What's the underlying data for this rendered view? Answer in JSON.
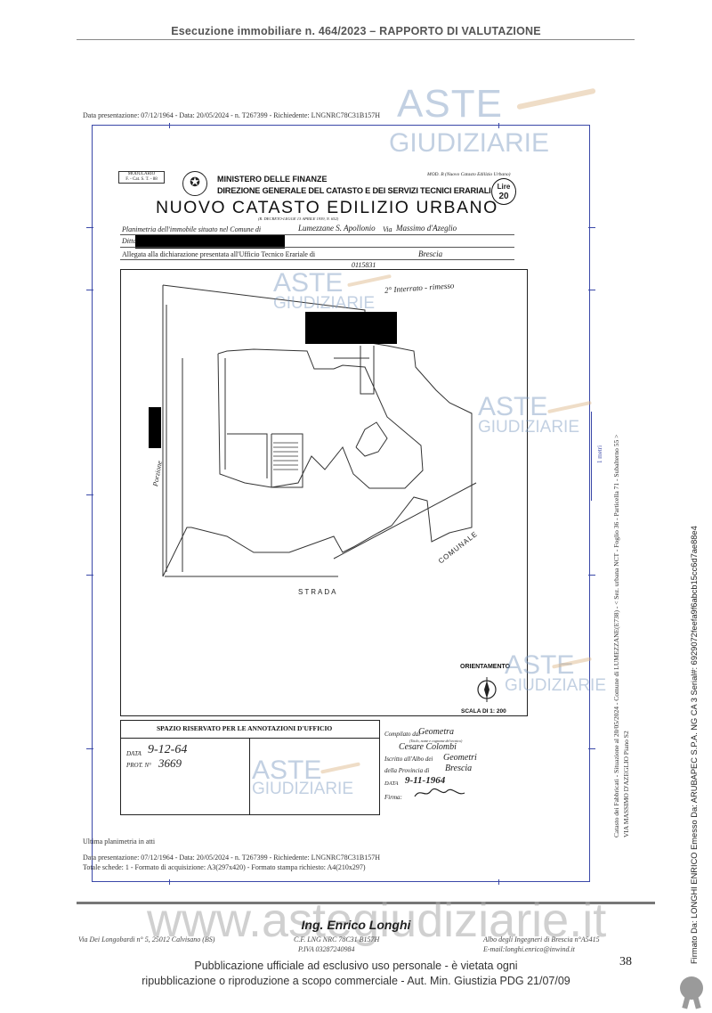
{
  "header": {
    "title": "Esecuzione immobiliare n. 464/2023 – RAPPORTO DI VALUTAZIONE"
  },
  "meta_top": "Data presentazione: 07/12/1964 - Data: 20/05/2024 - n. T267399 - Richiedente: LNGNRC78C31B157H",
  "form": {
    "modulario": "MODULARIO",
    "modulario_code": "F. - Cat. S. T. - 88",
    "mod_b": "MOD. B (Nuovo Catasto Edilizio Urbano)",
    "ministry": "MINISTERO DELLE FINANZE",
    "direction": "DIREZIONE GENERALE DEL CATASTO E DEI SERVIZI TECNICI ERARIALI",
    "title": "NUOVO CATASTO EDILIZIO URBANO",
    "decree": "(R. DECRETO-LEGGE 13 APRILE 1939, N. 652)",
    "stamp_lire": "Lire",
    "stamp_value": "20",
    "line1_label": "Planimetria dell'immobile situato nel Comune di",
    "line1_comune": "Lumezzane S. Apollonio",
    "line1_via_label": "Via",
    "line1_via": "Massimo d'Azeglio",
    "line2_label": "Ditta",
    "line3_label": "Allegata alla dichiarazione presentata all'Ufficio Tecnico Erariale di",
    "line3_city": "Brescia",
    "number": "0115831"
  },
  "plan": {
    "note": "2° Interrato - rimesso",
    "label_porzione": "Porzione",
    "label_comunale": "COMUNALE",
    "label_strada": "STRADA",
    "orientamento": "ORIENTAMENTO",
    "scala": "SCALA DI 1: 200"
  },
  "annotations": {
    "title": "SPAZIO RISERVATO PER LE ANNOTAZIONI D'UFFICIO",
    "data_label": "DATA",
    "data_value": "9-12-64",
    "prot_label": "PROT. N°",
    "prot_value": "3669"
  },
  "compiler": {
    "compilato_label": "Compilato dal",
    "compilato_value": "Geometra",
    "compilato_sub": "(Titolo, nome e cognome del tecnico)",
    "name": "Cesare Colombi",
    "iscritto_label": "Iscritto all'Albo dei",
    "iscritto_value": "Geometri",
    "provincia_label": "della Provincia di",
    "provincia_value": "Brescia",
    "data_label": "DATA",
    "data_value": "9-11-1964",
    "firma_label": "Firma:"
  },
  "meta_bottom": {
    "ultima": "Ultima planimetria in atti",
    "line1": "Data presentazione: 07/12/1964 - Data: 20/05/2024 - n. T267399 - Richiedente: LNGNRC78C31B157H",
    "line2": "Totale schede: 1 - Formato di acquisizione: A3(297x420) - Formato stampa richiesto: A4(210x297)"
  },
  "side_right": {
    "line1": "Catasto dei Fabbricati - Situazione al 20/05/2024 - Comune di LUMEZZANE(E738) - < Sez. urbana NCT - Foglio 36 - Particella 71 - Subalterno 55 >",
    "line2": "VIA MASSIMO D'AZEGLIO Piano S2",
    "scale_label": "1 metri"
  },
  "signature_side": "Firmato Da: LONGHI ENRICO Emesso Da: ARUBAPEC S.P.A. NG CA 3 Serial#: 6929072feefa9f6abcb15cc6d7ae88e4",
  "watermarks": {
    "aste": "ASTE",
    "giudiziarie": "GIUDIZIARIE",
    "site": "www.astegiudiziarie.it"
  },
  "footer": {
    "name": "Ing. Enrico Longhi",
    "address": "Via Dei Longobardi n° 5, 25012 Calvisano (BS)",
    "cf": "C.F. LNG NRC 78C31 B157H",
    "piva": "P.IVA 03287240984",
    "albo": "Albo degli Ingegneri di Brescia n°A5415",
    "email": "E-mail:longhi.enrico@inwind.it",
    "page": "38",
    "pub1": "Pubblicazione ufficiale ad esclusivo uso personale - è vietata ogni",
    "pub2": "ripubblicazione o riproduzione a scopo commerciale - Aut. Min. Giustizia PDG 21/07/09"
  }
}
